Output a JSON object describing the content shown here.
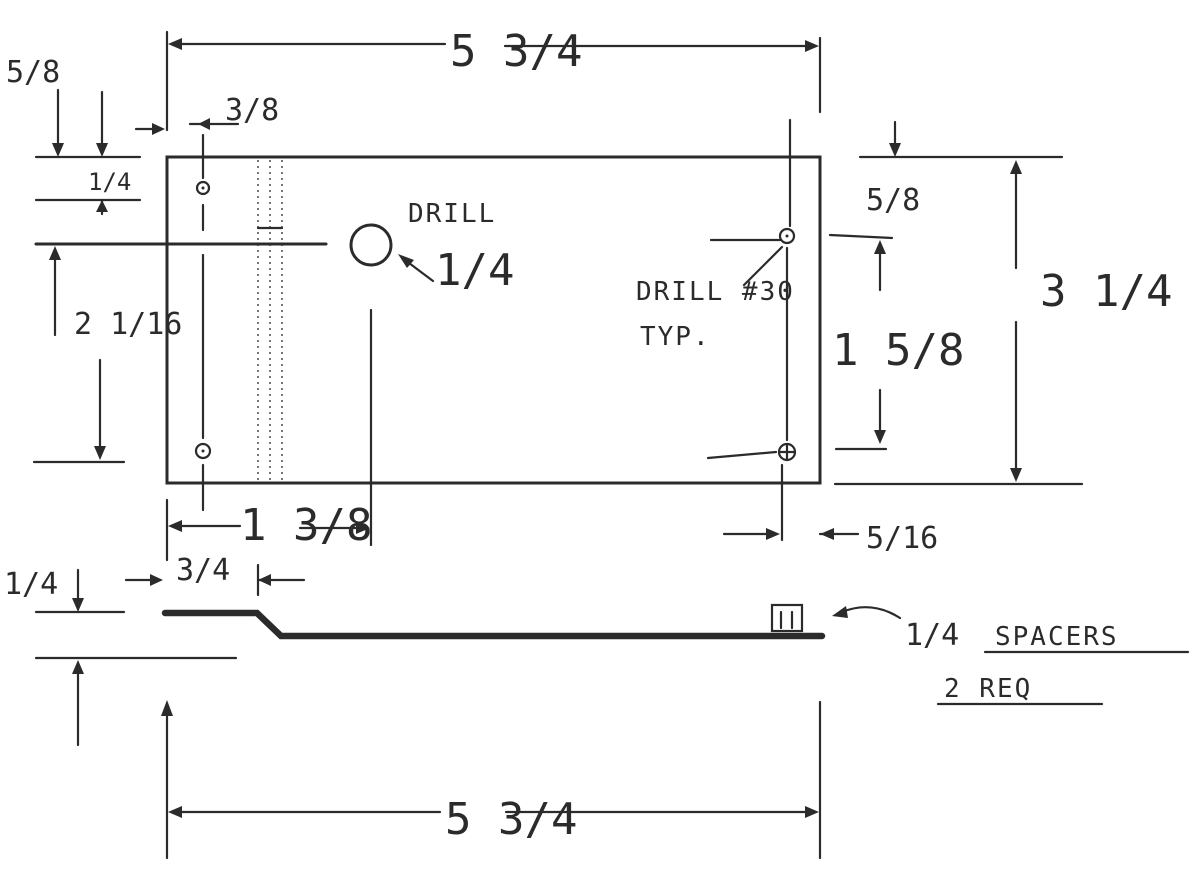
{
  "labels": {
    "top_overall_width": "5 3/4",
    "top_edge_offset": "5/8",
    "hole_inset_left": "3/8",
    "hole_from_top": "1/4",
    "big_hole_vertical": "2 1/16",
    "drill_big": "DRILL",
    "drill_big_size": "1/4",
    "right_top_offset": "5/8",
    "overall_height": "3 1/4",
    "drill_small": "DRILL #30",
    "typical": "TYP.",
    "right_hole_spacing": "1 5/8",
    "right_hole_inset": "5/16",
    "big_hole_horizontal": "1 3/8",
    "bend_offset": "3/4",
    "bend_height": "1/4",
    "spacer_size": "1/4",
    "spacers": "SPACERS",
    "required": "2 REQ",
    "bottom_overall_width": "5 3/4"
  }
}
